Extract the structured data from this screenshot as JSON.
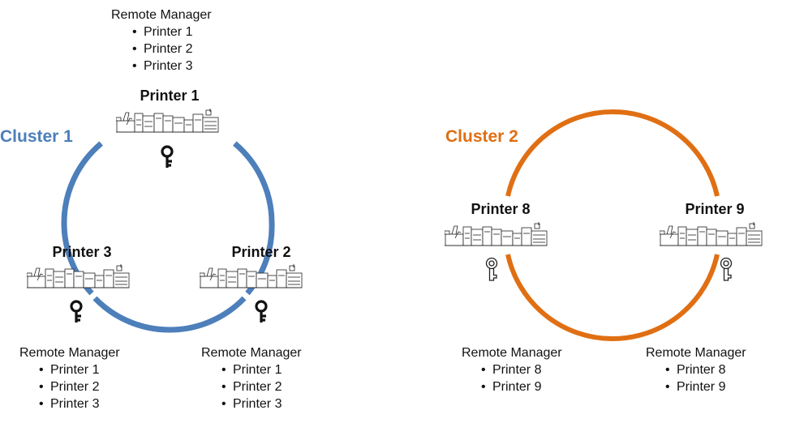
{
  "colors": {
    "cluster1": "#4d7fba",
    "cluster2": "#e06f13",
    "line": "#3a3a3a"
  },
  "clusters": [
    {
      "title": "Cluster 1"
    },
    {
      "title": "Cluster 2"
    }
  ],
  "printers": {
    "p1": {
      "title": "Printer 1",
      "manager": {
        "title": "Remote Manager",
        "items": [
          "Printer 1",
          "Printer 2",
          "Printer 3"
        ]
      }
    },
    "p2": {
      "title": "Printer 2",
      "manager": {
        "title": "Remote Manager",
        "items": [
          "Printer 1",
          "Printer 2",
          "Printer 3"
        ]
      }
    },
    "p3": {
      "title": "Printer 3",
      "manager": {
        "title": "Remote Manager",
        "items": [
          "Printer 1",
          "Printer 2",
          "Printer 3"
        ]
      }
    },
    "p8": {
      "title": "Printer 8",
      "manager": {
        "title": "Remote Manager",
        "items": [
          "Printer 8",
          "Printer 9"
        ]
      }
    },
    "p9": {
      "title": "Printer 9",
      "manager": {
        "title": "Remote Manager",
        "items": [
          "Printer 8",
          "Printer 9"
        ]
      }
    }
  },
  "icons": {
    "printer": "production-printer-icon",
    "key": "key-icon"
  }
}
